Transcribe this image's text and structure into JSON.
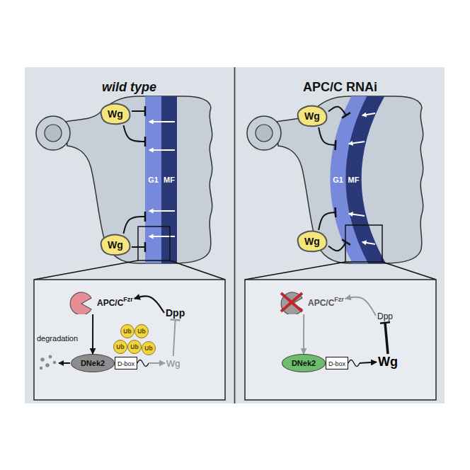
{
  "diagram": {
    "nodes": [
      {
        "text": [
          "wild type"
        ]
      },
      {
        "text": [
          "G1"
        ],
        "in": 0
      },
      {
        "text": [
          "MF"
        ],
        "in": 0
      },
      {
        "text": [
          "Wg"
        ],
        "in": 0
      },
      {
        "text": [
          "Wg"
        ],
        "in": 0
      },
      {
        "text": [
          "APC/C",
          "Fzr"
        ],
        "in": 0
      },
      {
        "text": [
          "Dpp"
        ],
        "in": 0
      },
      {
        "text": [
          "DNek2"
        ],
        "in": 0
      },
      {
        "text": [
          "D-box"
        ],
        "in": 0
      },
      {
        "text": [
          "Ub"
        ],
        "in": 0
      },
      {
        "text": [
          "Ub"
        ],
        "in": 0
      },
      {
        "text": [
          "Ub"
        ],
        "in": 0
      },
      {
        "text": [
          "Ub"
        ],
        "in": 0
      },
      {
        "text": [
          "Ub"
        ],
        "in": 0
      },
      {
        "text": [
          "Wg"
        ],
        "in": 0
      },
      {
        "text": [
          "APC/C RNAi"
        ]
      },
      {
        "text": [
          "G1"
        ],
        "in": 15
      },
      {
        "text": [
          "MF"
        ],
        "in": 15
      },
      {
        "text": [
          "Wg"
        ],
        "in": 15
      },
      {
        "text": [
          "Wg"
        ],
        "in": 15
      },
      {
        "text": [
          "APC/C",
          "Fzr"
        ],
        "in": 15
      },
      {
        "text": [
          "Dpp"
        ],
        "in": 15
      },
      {
        "text": [
          "DNek2"
        ],
        "in": 15
      },
      {
        "text": [
          "D-box"
        ],
        "in": 15
      },
      {
        "text": [
          "Wg"
        ],
        "in": 15
      }
    ],
    "edges": [
      {
        "from": 3,
        "to": 1,
        "arrow": "to"
      },
      {
        "from": 3,
        "to": 1,
        "arrow": "to"
      },
      {
        "from": 4,
        "to": 1,
        "arrow": "to"
      },
      {
        "from": 4,
        "to": 1,
        "arrow": "to"
      },
      {
        "from": 6,
        "to": 5,
        "arrow": "to"
      },
      {
        "from": 5,
        "to": 7,
        "arrow": "to"
      },
      {
        "from": 8,
        "to": 14,
        "arrow": "to"
      },
      {
        "from": 14,
        "to": 6,
        "arrow": "to"
      },
      {
        "from": 18,
        "to": 16,
        "arrow": "to"
      },
      {
        "from": 18,
        "to": 16,
        "arrow": "to"
      },
      {
        "from": 19,
        "to": 16,
        "arrow": "to"
      },
      {
        "from": 19,
        "to": 16,
        "arrow": "to"
      },
      {
        "from": 21,
        "to": 20,
        "arrow": "to"
      },
      {
        "from": 20,
        "to": 22,
        "arrow": "to"
      },
      {
        "from": 23,
        "to": 24,
        "arrow": "to"
      },
      {
        "from": 24,
        "to": 21,
        "arrow": "to"
      }
    ],
    "labels": [
      "degradation"
    ]
  }
}
